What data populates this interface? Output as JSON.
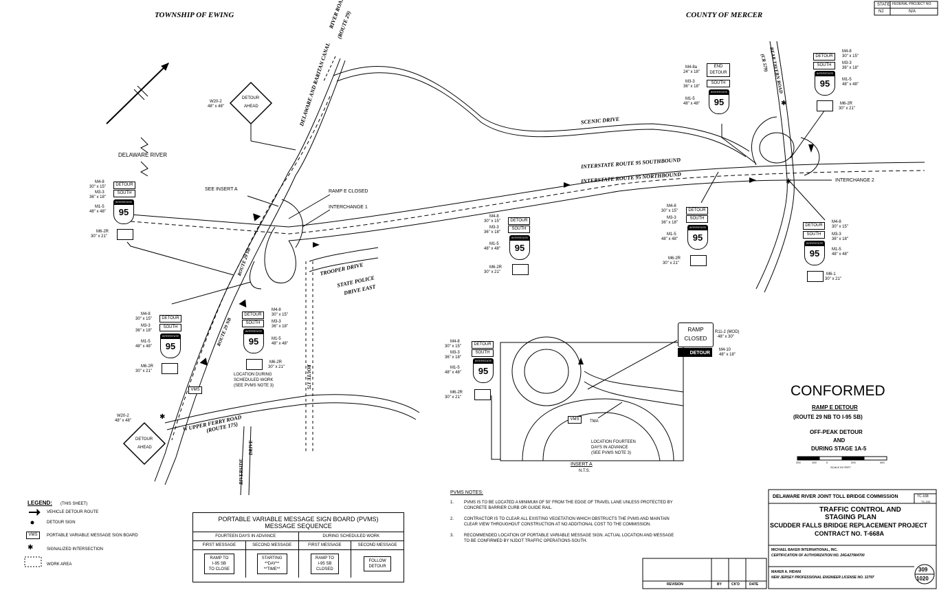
{
  "header": {
    "township": "TOWNSHIP OF EWING",
    "county": "COUNTY OF MERCER",
    "state_label": "STATE",
    "state_value": "NJ",
    "fed_label": "FEDERAL PROJECT NO.",
    "fed_value": "N/A"
  },
  "roads": {
    "river_road": "RIVER ROAD",
    "route29": "(ROUTE 29)",
    "canal": "DELAWARE AND RARITAN CANAL",
    "scenic_drive": "SCENIC DRIVE",
    "i95_sb": "INTERSTATE ROUTE 95 SOUTHBOUND",
    "i95_nb": "INTERSTATE ROUTE 95 NORTHBOUND",
    "bear_tavern": "BEAR TAVERN ROAD",
    "cr579": "(CR 579)",
    "route29_sb": "ROUTE 29 SB",
    "route29_nb": "ROUTE 29 NB",
    "trooper_drive": "TROOPER DRIVE",
    "state_police": "STATE POLICE",
    "drive_east": "DRIVE EAST",
    "route175": "ROUTE 175",
    "upper_ferry": "W UPPER FERRY ROAD",
    "route175b": "(ROUTE 175)",
    "riverside": "RIVERSIDE",
    "drive": "DRIVE",
    "delaware_river": "DELAWARE RIVER",
    "interchange1": "INTERCHANGE 1",
    "interchange2": "INTERCHANGE 2",
    "ramp_e_closed": "RAMP E CLOSED",
    "see_insert": "SEE INSERT A",
    "loc_sched": "LOCATION DURING",
    "loc_sched2": "SCHEDULED WORK",
    "loc_sched3": "(SEE PVMS NOTE 3)",
    "loc_14": "LOCATION FOURTEEN",
    "loc_14b": "DAYS IN ADVANCE",
    "loc_14c": "(SEE PVMS NOTE 3)",
    "insert_a": "INSERT A",
    "nts": "N.T.S.",
    "tma": "TMA",
    "vms": "VMS"
  },
  "signs": {
    "detour": "DETOUR",
    "ahead": "AHEAD",
    "end": "END",
    "south": "SOUTH",
    "interstate": "INTERSTATE",
    "num95": "95",
    "ramp": "RAMP",
    "closed": "CLOSED",
    "w20_2": "W20-2",
    "w20_2_size": "48\" x 48\"",
    "m4_8": "M4-8",
    "m4_8_size": "30\" x 15\"",
    "m3_3": "M3-3",
    "m3_3_size": "36\" x 18\"",
    "m1_5": "M1-5",
    "m1_5_size": "48\" x 48\"",
    "m6_2r": "M6-2R",
    "m6_2r_size": "30\" x 21\"",
    "m4_8a": "M4-8a",
    "m4_8a_size": "24\" x 18\"",
    "m6_1": "M6-1",
    "m6_1_size": "30\" x 21\"",
    "r11_2": "R11-2 (MOD)",
    "r11_2_size": "48\" x 30\"",
    "m4_10": "M4-10",
    "m4_10_size": "48\" x 18\""
  },
  "legend": {
    "title": "LEGEND:",
    "sub": "(THIS SHEET)",
    "items": [
      "VEHICLE DETOUR ROUTE",
      "DETOUR SIGN",
      "PORTABLE VARIABLE MESSAGE SIGN BOARD",
      "SIGNALIZED INTERSECTION",
      "WORK AREA"
    ]
  },
  "pvms": {
    "title1": "PORTABLE VARIABLE MESSAGE SIGN BOARD (PVMS)",
    "title2": "MESSAGE SEQUENCE",
    "group1": "FOURTEEN DAYS IN ADVANCE",
    "group2": "DURING SCHEDULED WORK",
    "cols": [
      "FIRST MESSAGE",
      "SECOND MESSAGE",
      "FIRST MESSAGE",
      "SECOND MESSAGE"
    ],
    "msgs": [
      [
        "RAMP TO",
        "I-95 SB",
        "TO CLOSE"
      ],
      [
        "STARTING",
        "**DAY**",
        "**TIME**"
      ],
      [
        "RAMP TO",
        "I-95 SB",
        "CLOSED"
      ],
      [
        "FOLLOW",
        "DETOUR",
        ""
      ]
    ]
  },
  "notes": {
    "title": "PVMS NOTES:",
    "items": [
      [
        "1.",
        "PVMS IS TO BE LOCATED A MINIMUM OF 50' FROM THE EDGE OF TRAVEL LANE UNLESS PROTECTED BY",
        "CONCRETE BARRIER CURB OR GUIDE RAIL."
      ],
      [
        "2.",
        "CONTRACTOR IS TO CLEAR ALL EXISTING VEGETATION WHICH OBSTRUCTS THE PVMS AND MAINTAIN",
        "CLEAR VIEW THROUGHOUT CONSTRUCTION AT NO ADDITIONAL COST TO THE COMMISSION."
      ],
      [
        "3.",
        "RECOMMENDED LOCATION OF PORTABLE VARIABLE MESSAGE SIGN. ACTUAL LOCATION AND MESSAGE",
        "TO BE CONFIRMED BY NJDOT TRAFFIC OPERATIONS-SOUTH."
      ]
    ]
  },
  "title_block": {
    "conformed": "CONFORMED",
    "t1": "RAMP E DETOUR",
    "t2": "(ROUTE 29 NB TO I-95 SB)",
    "t3": "OFF-PEAK DETOUR",
    "t4": "AND",
    "t5": "DURING STAGE 1A-5",
    "scale_label": "SCALE IN FEET",
    "scale_ticks": [
      "200",
      "100",
      "0",
      "200",
      "400"
    ],
    "commission": "DELAWARE RIVER JOINT TOLL BRIDGE COMMISSION",
    "plan1": "TRAFFIC CONTROL AND",
    "plan2": "STAGING PLAN",
    "plan3": "SCUDDER FALLS BRIDGE REPLACEMENT PROJECT",
    "plan4": "CONTRACT NO. T-668A",
    "firm": "MICHAEL BAKER INTERNATIONAL, INC.",
    "cert": "CERTIFICATION OF AUTHORIZATION  NO. 24GA27904700",
    "engineer": "MAHER A. HIDANI",
    "license": "NEW JERSEY PROFESSIONAL ENGINEER LICENSE NO. 32797",
    "sheet": "309",
    "total": "1020",
    "tc1": "TC-168",
    "tc2": "TC-153",
    "rev": "REVISION",
    "by": "BY",
    "chkd": "CK'D",
    "date": "DATE"
  }
}
